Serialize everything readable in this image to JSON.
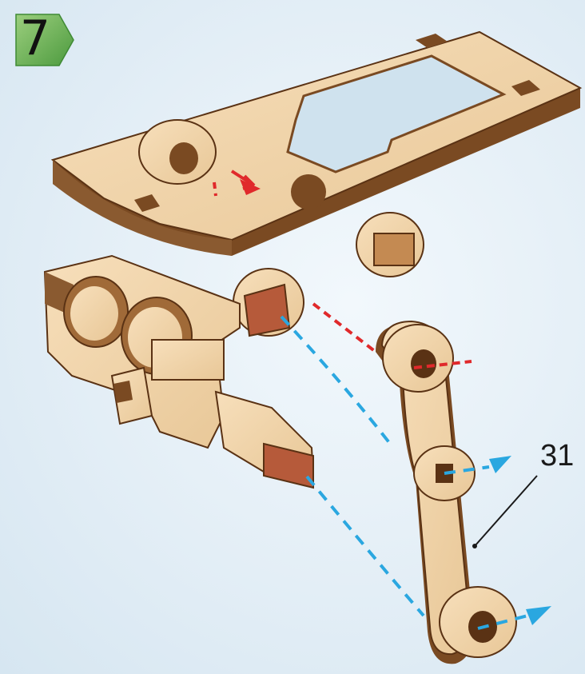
{
  "step": {
    "number": "7"
  },
  "callout": {
    "part_number": "31"
  },
  "colors": {
    "background": "#e3eef6",
    "step_badge": "#6fae5a",
    "wood_face": "#f0d2a8",
    "wood_edge": "#7a4a22",
    "wood_dark": "#5a3214",
    "red_guide": "#e0292b",
    "blue_guide": "#2aa7e0"
  },
  "icons": {
    "step_badge": "green-hexagon-arrow",
    "assembly": "wooden-hinge-assembly",
    "part": "wooden-link-arm"
  }
}
